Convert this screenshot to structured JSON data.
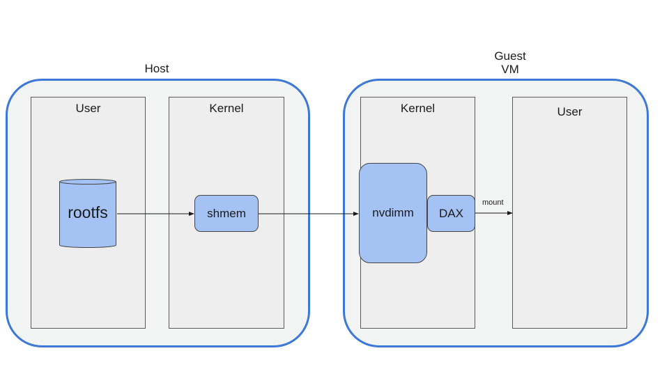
{
  "host": {
    "title": "Host",
    "user_label": "User",
    "kernel_label": "Kernel",
    "rootfs_label": "rootfs",
    "shmem_label": "shmem"
  },
  "guest": {
    "title": "Guest\nVM",
    "kernel_label": "Kernel",
    "user_label": "User",
    "nvdimm_label": "nvdimm",
    "dax_label": "DAX"
  },
  "edges": {
    "mount_label": "mount"
  },
  "colors": {
    "container_border": "#3b78d8",
    "container_fill": "#f2f3f3",
    "node_fill": "#a4c2f4"
  }
}
